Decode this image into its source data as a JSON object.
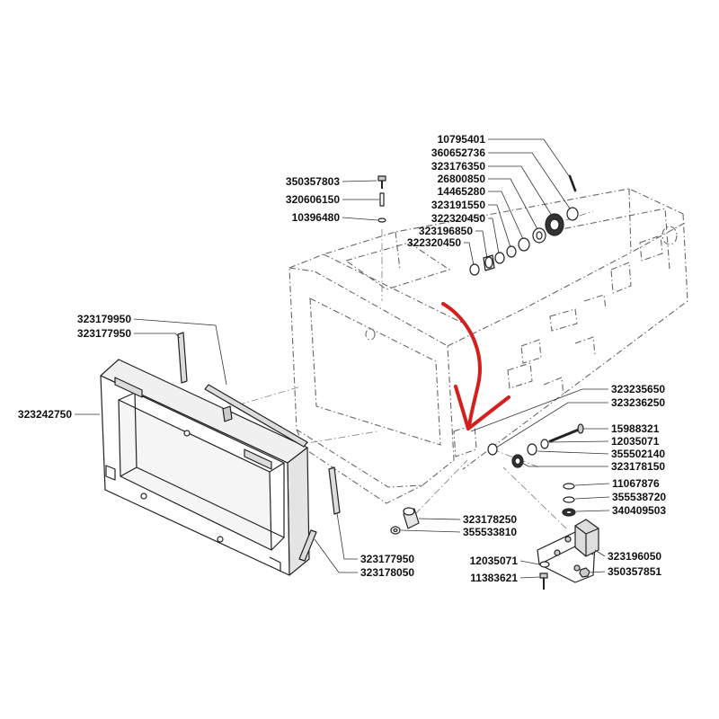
{
  "callouts": [
    "10795401",
    "360652736",
    "323176350",
    "26800850",
    "14465280",
    "323191550",
    "322320450",
    "323196850",
    "322320450",
    "350357803",
    "320606150",
    "10396480",
    "323179950",
    "323177950",
    "323242750",
    "323235650",
    "323236250",
    "15988321",
    "12035071",
    "355502140",
    "323178150",
    "11067876",
    "355538720",
    "340409503",
    "323178250",
    "355533810",
    "323196050",
    "350357851",
    "12035071",
    "11383621",
    "323177950",
    "323178050"
  ],
  "colors": {
    "ink": "#111111",
    "arrow": "#d41f1f"
  }
}
